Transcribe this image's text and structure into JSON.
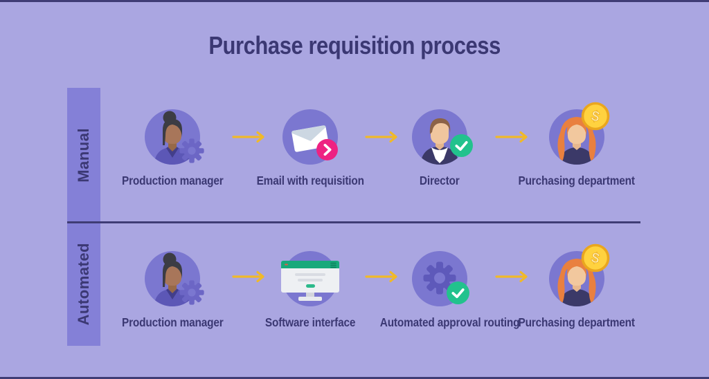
{
  "title": "Purchase requisition process",
  "rows": [
    {
      "label": "Manual",
      "items": [
        {
          "label": "Production manager",
          "icon": "production-manager-avatar-icon",
          "badge": "gear-badge-icon"
        },
        {
          "label": "Email with requisition",
          "icon": "email-envelope-icon",
          "badge": "forward-chevron-badge-icon"
        },
        {
          "label": "Director",
          "icon": "director-avatar-icon",
          "badge": "approved-check-badge-icon"
        },
        {
          "label": "Purchasing department",
          "icon": "purchasing-avatar-icon",
          "badge": "dollar-coin-icon"
        }
      ]
    },
    {
      "label": "Automated",
      "items": [
        {
          "label": "Production manager",
          "icon": "production-manager-avatar-icon",
          "badge": "gear-badge-icon"
        },
        {
          "label": "Software interface",
          "icon": "software-monitor-icon",
          "badge": null
        },
        {
          "label": "Automated approval routing",
          "icon": "gear-process-icon",
          "badge": "approved-check-badge-icon"
        },
        {
          "label": "Purchasing department",
          "icon": "purchasing-avatar-icon",
          "badge": "dollar-coin-icon"
        }
      ]
    }
  ],
  "coin_symbol": "$",
  "colors": {
    "background": "#aaa6e1",
    "row_bar": "#8480d7",
    "icon_circle": "#7b77d0",
    "text_dark": "#3b3873",
    "arrow_yellow": "#f0b929",
    "badge_pink": "#ee2282",
    "badge_green": "#22c28d",
    "interface_green": "#18a97b",
    "coin_gold": "#ffd23f",
    "coin_ring": "#eaa61e",
    "divider": "#3f3c75"
  }
}
